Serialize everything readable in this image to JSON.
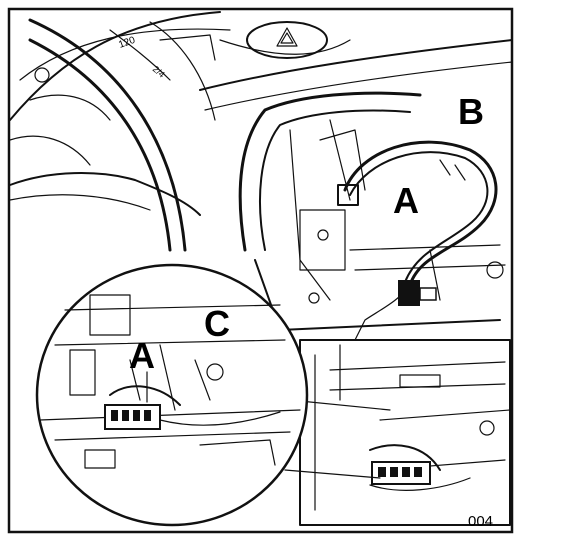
{
  "figure": {
    "callouts": {
      "a_main": "A",
      "b": "B",
      "c": "C",
      "a_inset": "A"
    },
    "figure_number": "004"
  }
}
